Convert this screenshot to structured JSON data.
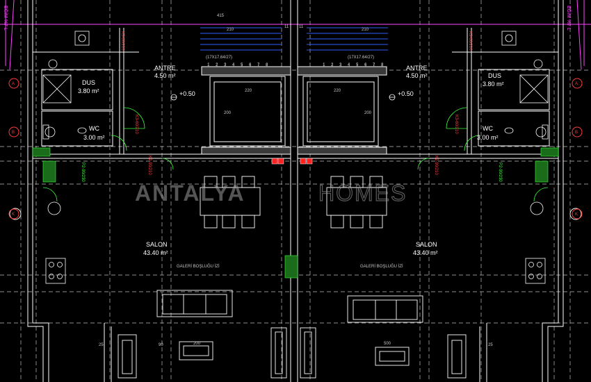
{
  "plan": {
    "watermark_bold": "ANTALYA",
    "watermark_outline": "HOMES",
    "rooms": {
      "antre_left": {
        "name": "ANTRE",
        "area": "4.50 m²"
      },
      "antre_right": {
        "name": "ANTRE",
        "area": "4.50 m²"
      },
      "dus_left": {
        "name": "DUS",
        "area": "3.80 m²"
      },
      "dus_right": {
        "name": "DUS",
        "area": "3.80 m²"
      },
      "wc_left": {
        "name": "WC",
        "area": "3.00 m²"
      },
      "wc_right": {
        "name": "WC",
        "area": "3.00 m²"
      },
      "salon_left": {
        "name": "SALON",
        "area": "43.40 m²"
      },
      "salon_right": {
        "name": "SALON",
        "area": "43.40 m²"
      }
    },
    "level_left": "+0.50",
    "level_right": "+0.50",
    "stair_left": "(17X17.64/27)",
    "stair_right": "(17X17.64/27)",
    "stair_steps": [
      "1",
      "2",
      "3",
      "4",
      "5",
      "6",
      "7",
      "8"
    ],
    "gallery_left": "GALERİ BOŞLUĞU İZİ",
    "gallery_right": "GALERİ BOŞLUĞU İZİ",
    "edge_left": "EĞİM %7 L",
    "edge_right": "EĞİM %7 L",
    "dims": {
      "top_415": "415",
      "top_210_a": "210",
      "top_210_b": "210",
      "top_11_a": "11",
      "top_11_b": "11",
      "lift_220_a": "220",
      "lift_220_b": "220",
      "lift_200_a": "200",
      "lift_200_b": "200",
      "bottom_500": "500",
      "bottom_200": "200",
      "bottom_90": "90",
      "side_25_a": "25",
      "side_25_b": "25"
    },
    "door_tags": {
      "d1": "K3-60/210",
      "d2": "K3-60/210",
      "d3": "K2-90/210",
      "d4": "K3-60/210",
      "d5": "K3-60/210",
      "d6": "K2-90/210",
      "w1": "P2-90/230",
      "w2": "P2-90/230"
    },
    "tags": {
      "a": "A",
      "b": "B",
      "k1": "K",
      "k2": "K"
    }
  }
}
